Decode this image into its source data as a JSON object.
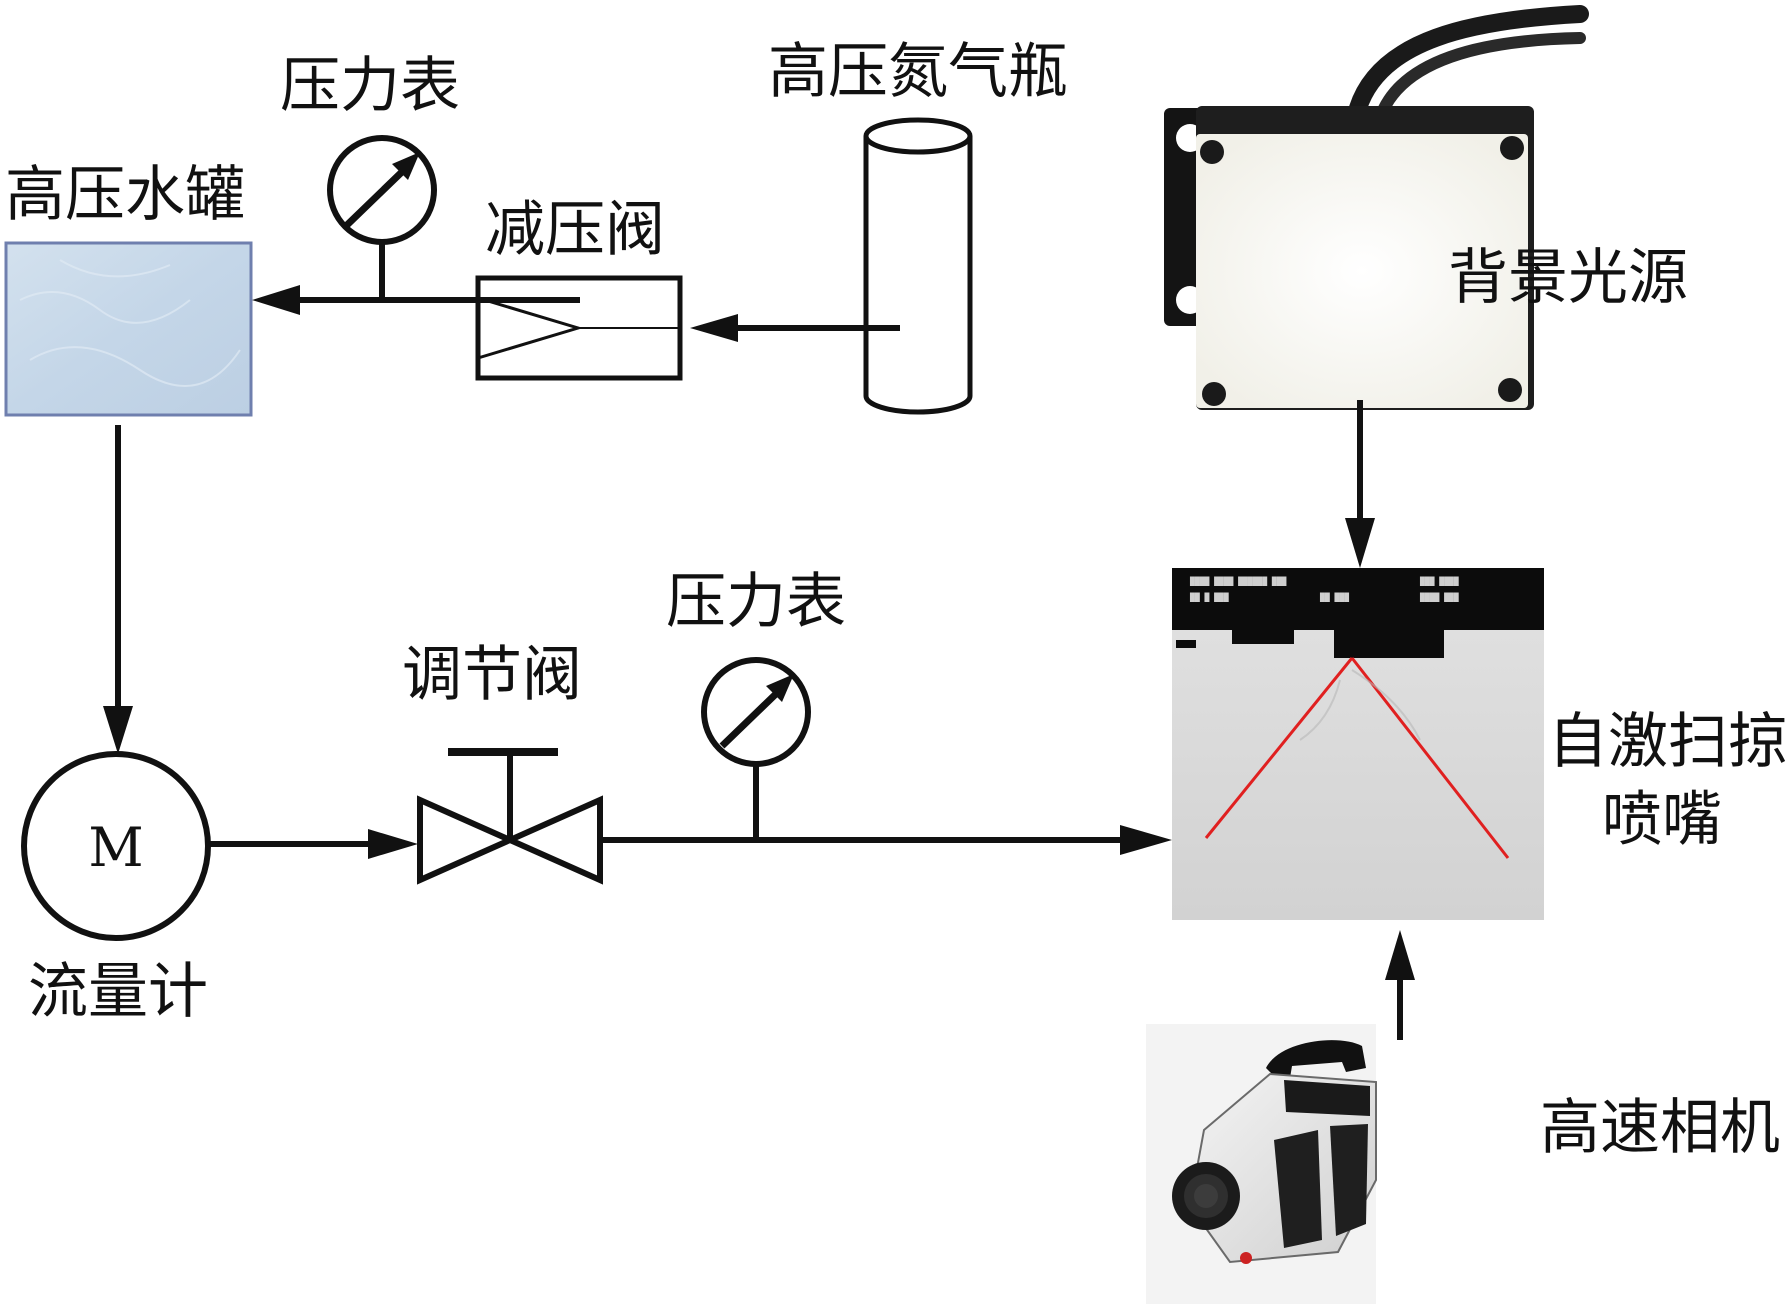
{
  "labels": {
    "pressure_gauge_top": "压力表",
    "nitrogen_bottle": "高压氮气瓶",
    "water_tank": "高压水罐",
    "reducing_valve": "减压阀",
    "backlight": "背景光源",
    "flowmeter_symbol": "M",
    "flowmeter": "流量计",
    "regulating_valve": "调节阀",
    "pressure_gauge_bottom": "压力表",
    "nozzle_line1": "自激扫掠",
    "nozzle_line2": "喷嘴",
    "camera": "高速相机"
  },
  "colors": {
    "line": "#111111",
    "tank_fill": "#c9d9e8",
    "tank_border": "#6f7fae",
    "spray_line": "#e02020",
    "light_panel": "#fbfbf6",
    "camera_body": "#e6e6e6"
  },
  "icons": [
    "pressure-gauge-icon",
    "nitrogen-bottle-icon",
    "reducing-valve-icon",
    "flowmeter-icon",
    "regulating-valve-icon",
    "backlight-icon",
    "nozzle-image-icon",
    "high-speed-camera-icon"
  ]
}
